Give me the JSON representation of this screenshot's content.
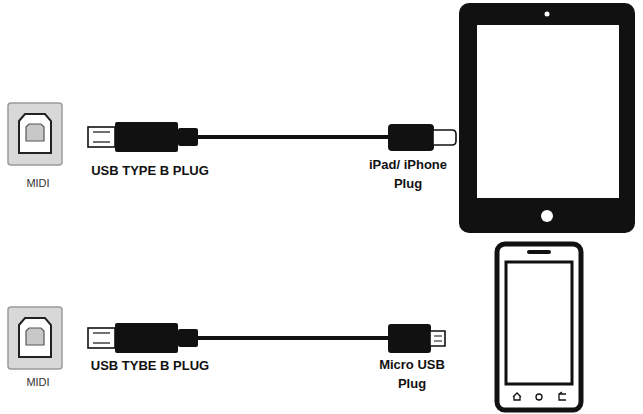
{
  "diagram": {
    "labels": [
      "MIDI",
      "USB TYPE B PLUG",
      "iPad/ iPhone Plug",
      "MIDI",
      "USB TYBE B PLUG",
      "Micro USB Plug"
    ]
  }
}
